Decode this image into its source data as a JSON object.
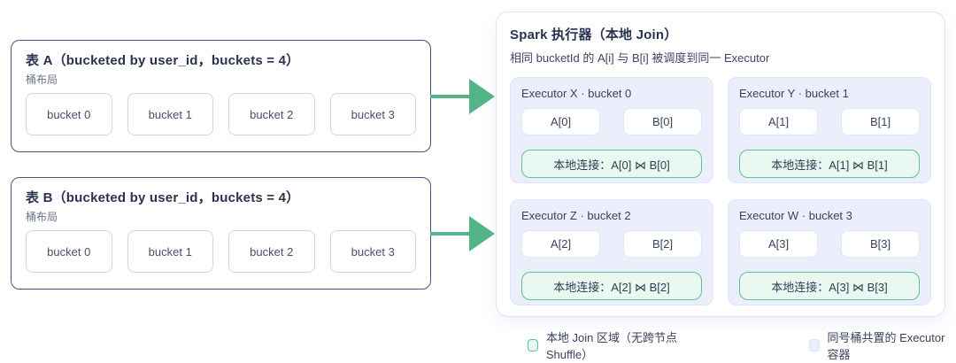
{
  "tables": [
    {
      "title": "表 A（bucketed by user_id，buckets = 4）",
      "layout_label": "桶布局",
      "buckets": [
        "bucket 0",
        "bucket 1",
        "bucket 2",
        "bucket 3"
      ]
    },
    {
      "title": "表 B（bucketed by user_id，buckets = 4）",
      "layout_label": "桶布局",
      "buckets": [
        "bucket 0",
        "bucket 1",
        "bucket 2",
        "bucket 3"
      ]
    }
  ],
  "spark_panel": {
    "title": "Spark 执行器（本地 Join）",
    "subtitle": "相同 bucketId 的 A[i] 与 B[i] 被调度到同一 Executor",
    "executors": [
      {
        "label": "Executor X · bucket 0",
        "a": "A[0]",
        "b": "B[0]",
        "join": "本地连接：A[0] ⋈ B[0]"
      },
      {
        "label": "Executor Y · bucket 1",
        "a": "A[1]",
        "b": "B[1]",
        "join": "本地连接：A[1] ⋈ B[1]"
      },
      {
        "label": "Executor Z · bucket 2",
        "a": "A[2]",
        "b": "B[2]",
        "join": "本地连接：A[2] ⋈ B[2]"
      },
      {
        "label": "Executor W · bucket 3",
        "a": "A[3]",
        "b": "B[3]",
        "join": "本地连接：A[3] ⋈ B[3]"
      }
    ]
  },
  "legend": [
    {
      "swatch": "green-join-area",
      "label": "本地 Join 区域（无跨节点 Shuffle）"
    },
    {
      "swatch": "lavender-executor-container",
      "label": "同号桶共置的 Executor 容器"
    }
  ],
  "colors": {
    "arrow_green": "#52b487",
    "join_border_green": "#5fc290",
    "join_bg_green": "#e9f8f0",
    "executor_container_bg": "#ebeefb",
    "panel_border": "#dde3f8",
    "table_border": "#49527a",
    "bucket_border": "#ccd4f3"
  }
}
